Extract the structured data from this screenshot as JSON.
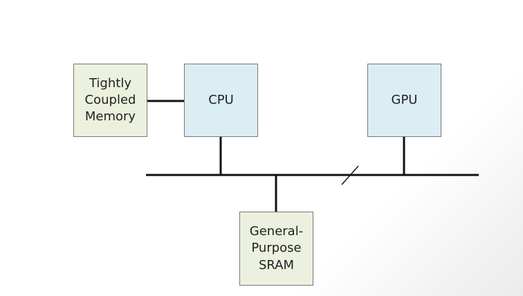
{
  "nodes": {
    "tcm": {
      "label": "Tightly\nCoupled\nMemory",
      "fill": "#ebf1de"
    },
    "cpu": {
      "label": "CPU",
      "fill": "#dbeef4"
    },
    "gpu": {
      "label": "GPU",
      "fill": "#dbeef4"
    },
    "sram": {
      "label": "General-\nPurpose\nSRAM",
      "fill": "#ebf1de"
    }
  },
  "line_color": "#111111",
  "border_color": "#777777"
}
